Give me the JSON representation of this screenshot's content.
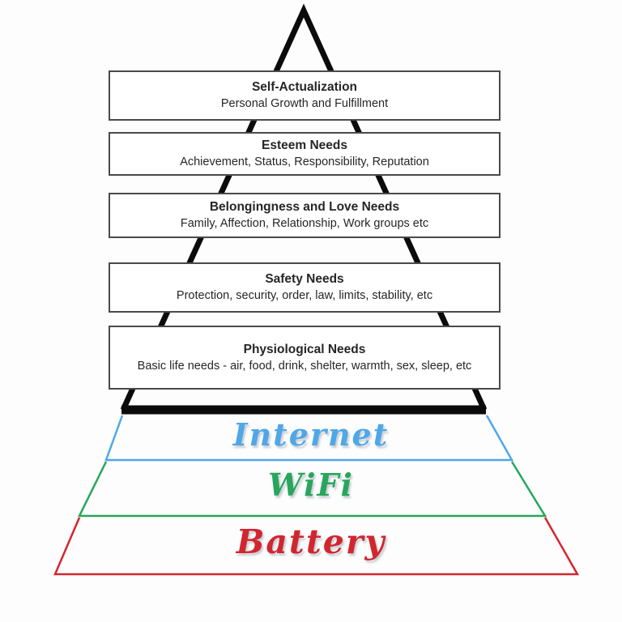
{
  "diagram": {
    "levels": [
      {
        "title": "Self-Actualization",
        "subtitle": "Personal Growth and Fulfillment"
      },
      {
        "title": "Esteem Needs",
        "subtitle": "Achievement, Status, Responsibility, Reputation"
      },
      {
        "title": "Belongingness and Love Needs",
        "subtitle": "Family, Affection, Relationship, Work groups etc"
      },
      {
        "title": "Safety Needs",
        "subtitle": "Protection, security, order, law, limits, stability, etc"
      },
      {
        "title": "Physiological Needs",
        "subtitle": "Basic life needs - air, food, drink, shelter, warmth, sex, sleep, etc"
      }
    ],
    "base_tiers": [
      {
        "label": "Internet",
        "color": "#4fa7e8"
      },
      {
        "label": "WiFi",
        "color": "#27a65c"
      },
      {
        "label": "Battery",
        "color": "#d2262f"
      }
    ]
  },
  "colors": {
    "pyramid_outline": "#0b0b0b",
    "box_border": "#4a4a4a",
    "box_text": "#262626",
    "background": "#fdfdfd"
  }
}
